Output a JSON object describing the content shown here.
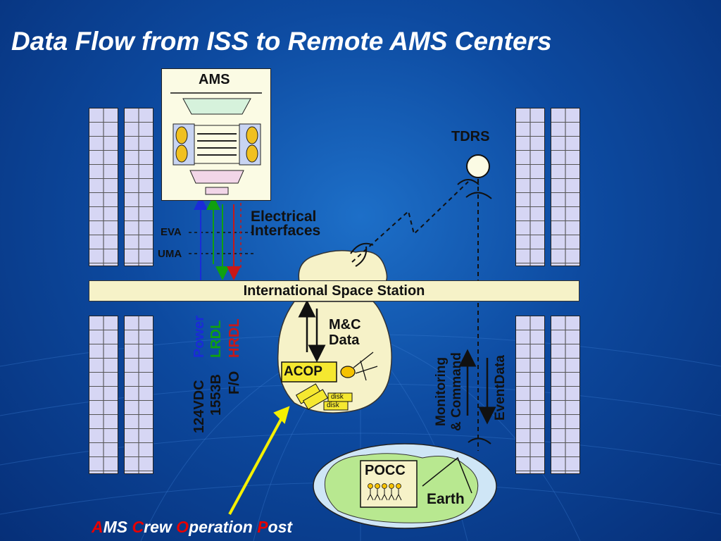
{
  "title": "Data Flow from ISS to Remote AMS Centers",
  "labels": {
    "ams": "AMS",
    "tdrs": "TDRS",
    "electrical_line1": "Electrical",
    "electrical_line2": "Interfaces",
    "eva": "EVA",
    "uma": "UMA",
    "iss": "International Space Station",
    "mc_line1": "M&C",
    "mc_line2": "Data",
    "acop": "ACOP",
    "disk": "disk",
    "power": "Power",
    "lrdl": "LRDL",
    "hrdl": "HRDL",
    "vdc": "124VDC",
    "b1553": "1553B",
    "fo": "F/O",
    "monitoring_line1": "Monitoring",
    "monitoring_line2": "& Command",
    "eventdata": "EventData",
    "pocc": "POCC",
    "earth": "Earth"
  },
  "caption": {
    "a": "A",
    "ms": "MS ",
    "c": "C",
    "rew": "rew ",
    "o": "O",
    "peration": "peration ",
    "p": "P",
    "ost": "ost"
  },
  "colors": {
    "power": "#1a2bd8",
    "lrdl": "#10a010",
    "hrdl": "#c81818",
    "arrow_yellow": "#f4f000",
    "caption_red": "#e60000"
  }
}
